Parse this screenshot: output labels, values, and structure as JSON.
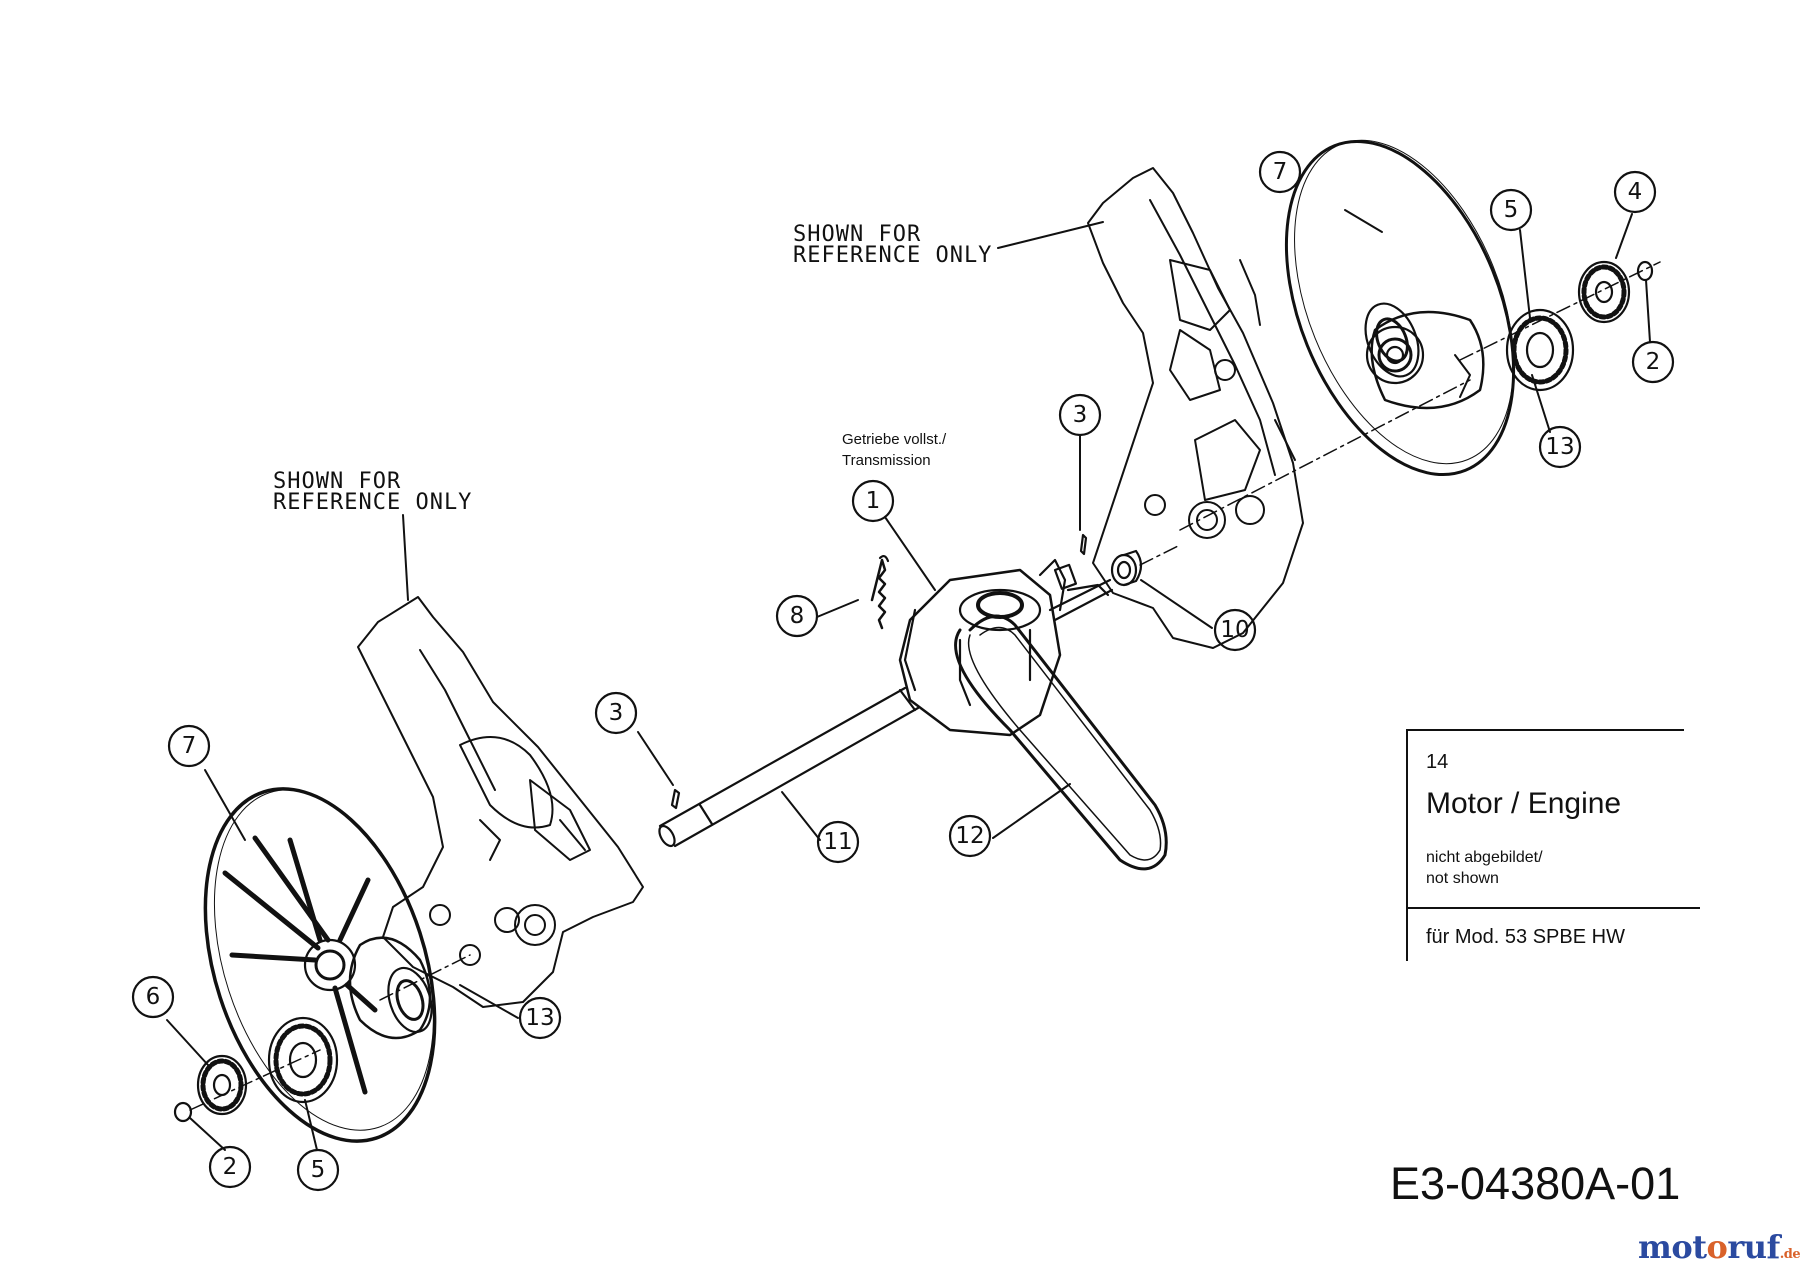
{
  "reference_labels": {
    "top": [
      "SHOWN FOR",
      "REFERENCE ONLY"
    ],
    "left": [
      "SHOWN FOR",
      "REFERENCE ONLY"
    ]
  },
  "transmission_label": [
    "Getriebe vollst./",
    "Transmission"
  ],
  "callouts": [
    "1",
    "2",
    "2",
    "3",
    "3",
    "4",
    "5",
    "5",
    "6",
    "7",
    "7",
    "8",
    "10",
    "11",
    "12",
    "13",
    "13"
  ],
  "legend": {
    "number": "14",
    "title": "Motor / Engine",
    "note_line1": "nicht abgebildet/",
    "note_line2": "not shown",
    "model": "für Mod.  53 SPBE HW"
  },
  "drawing_number": "E3-04380A-01",
  "watermark": {
    "part1": "mot",
    "part2": "o",
    "part3": "ruf",
    "part4": ".de"
  }
}
